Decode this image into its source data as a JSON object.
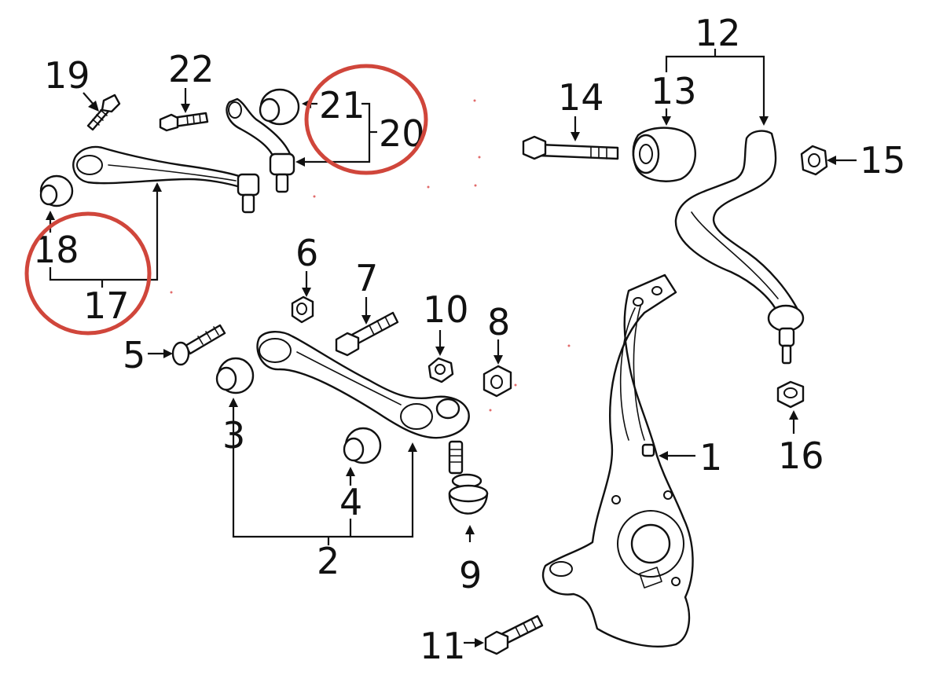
{
  "diagram": {
    "highlight_color": "#d0463b",
    "labels": {
      "c1": "1",
      "c2": "2",
      "c3": "3",
      "c4": "4",
      "c5": "5",
      "c6": "6",
      "c7": "7",
      "c8": "8",
      "c9": "9",
      "c10": "10",
      "c11": "11",
      "c12": "12",
      "c13": "13",
      "c14": "14",
      "c15": "15",
      "c16": "16",
      "c17": "17",
      "c18": "18",
      "c19": "19",
      "c20": "20",
      "c21": "21",
      "c22": "22"
    },
    "highlighted": [
      "17",
      "18",
      "20",
      "21"
    ]
  }
}
